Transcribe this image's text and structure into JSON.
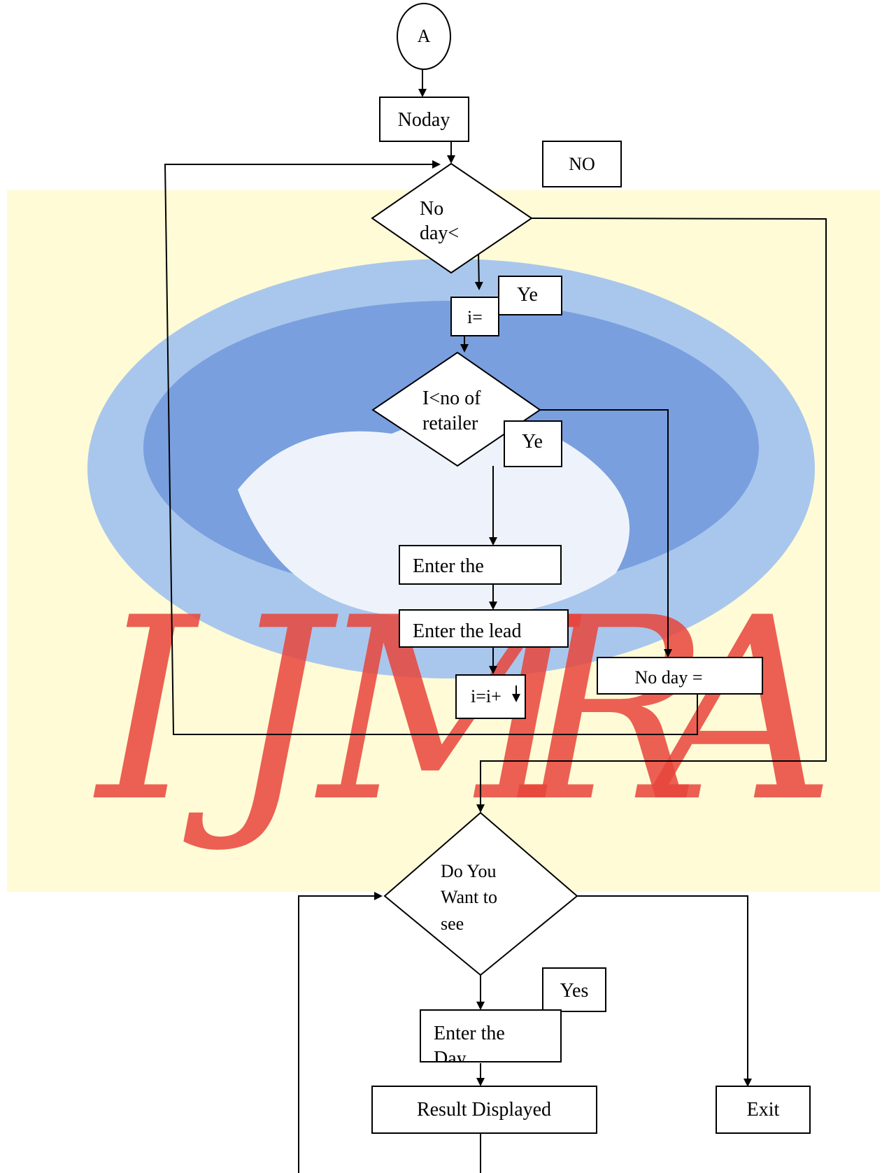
{
  "colors": {
    "watermark_band": "#fffbd6",
    "globe_light": "#eef3fb",
    "globe_mid": "#a9c7ec",
    "globe_dark": "#3f6fd0",
    "watermark_letters": "#e8453c",
    "ink": "#000000"
  },
  "watermark": {
    "letters": [
      "I",
      "J",
      "M",
      "R",
      "A"
    ]
  },
  "nodes": {
    "connector_a": "A",
    "noday": "Noday",
    "no_label": "NO",
    "noday_decision": [
      "No",
      "day<"
    ],
    "yes_label_1": "Ye",
    "i_init": "i=",
    "retailer_decision": [
      "I<no of",
      "retailer"
    ],
    "yes_label_2": "Ye",
    "enter_the_1": "Enter the",
    "enter_the_lead": "Enter the lead",
    "i_increment": "i=i+",
    "no_day_assign": "No day =",
    "see_decision": [
      "Do You",
      "Want to",
      "see"
    ],
    "yes_label_3": "Yes",
    "enter_the_day": "Enter the",
    "enter_the_day_cut": "Day",
    "result_displayed": "Result Displayed",
    "exit": "Exit"
  }
}
